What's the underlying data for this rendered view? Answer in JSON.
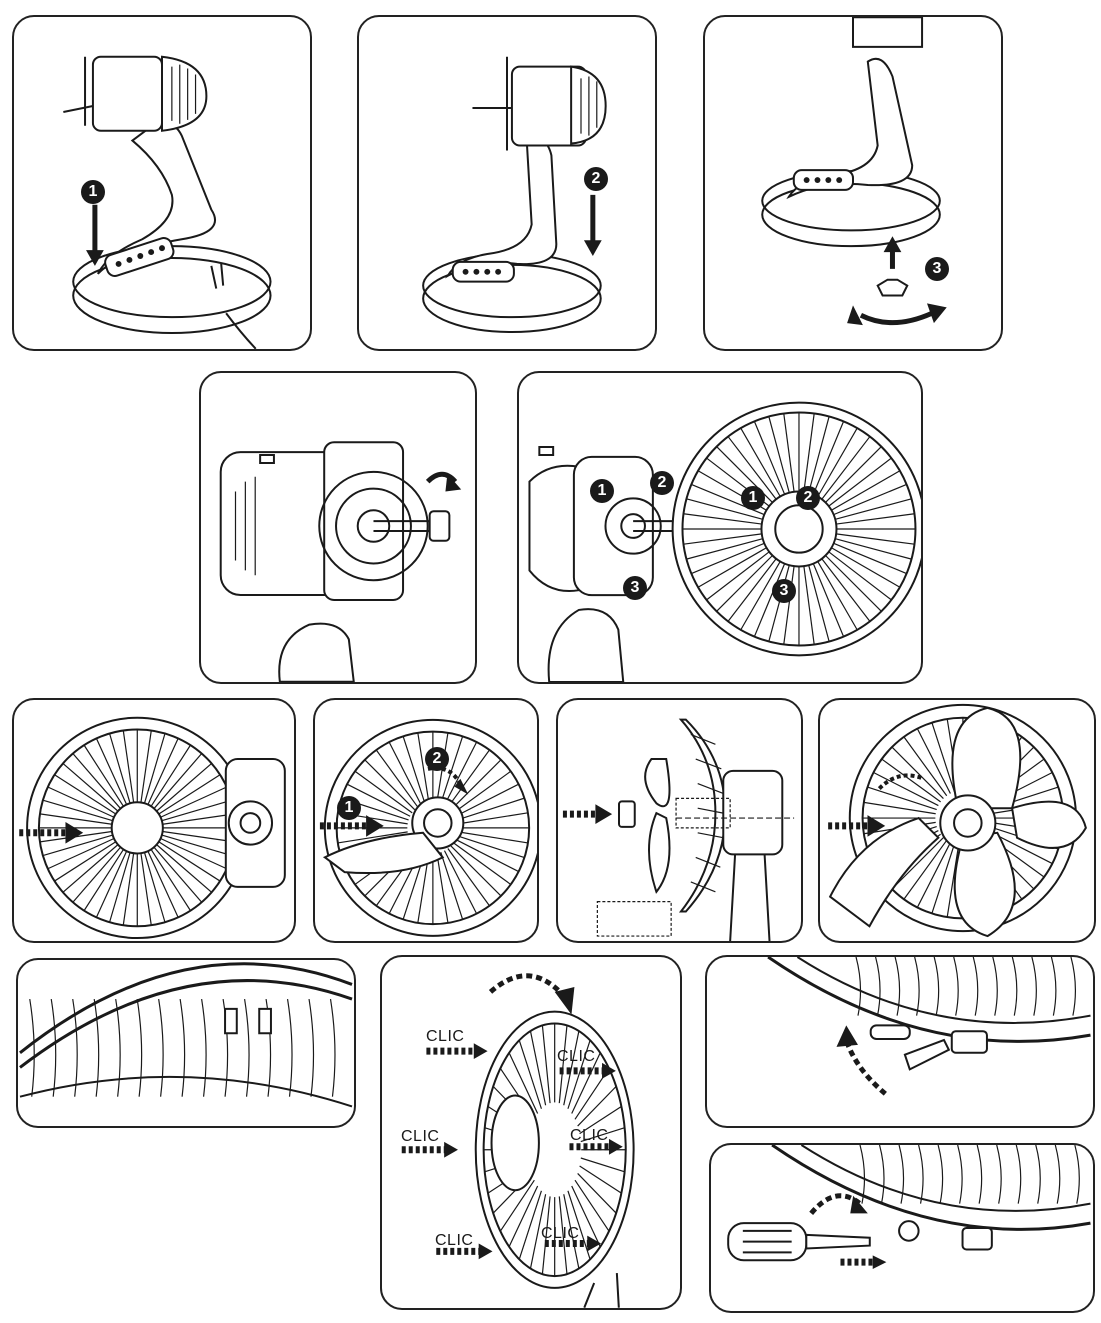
{
  "steps": {
    "base_mount": {
      "badge": "1"
    },
    "base_press": {
      "badge": "2"
    },
    "base_screw": {
      "badge": "3"
    },
    "back_grille": {
      "badges": [
        "1",
        "2",
        "3"
      ],
      "grille_badges": [
        "1",
        "2",
        "3"
      ]
    },
    "grille_lock": {
      "badges": [
        "1",
        "2"
      ]
    }
  },
  "clic_labels": [
    "CLIC",
    "CLIC",
    "CLIC",
    "CLIC",
    "CLIC",
    "CLIC"
  ]
}
